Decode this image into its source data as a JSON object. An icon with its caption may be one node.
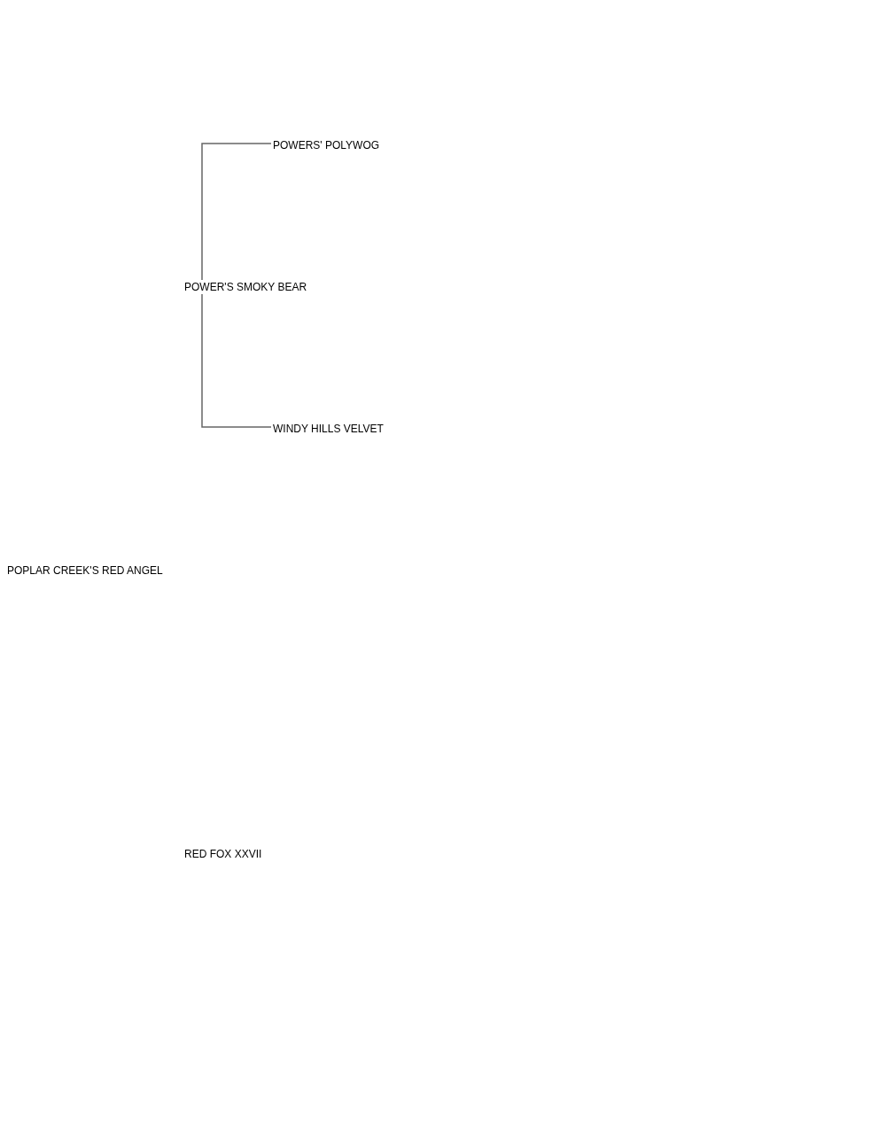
{
  "diagram": {
    "nodes": [
      {
        "text": [
          "POPLAR CREEK'S RED ANGEL"
        ]
      },
      {
        "text": [
          "POWER'S SMOKY BEAR"
        ]
      },
      {
        "text": [
          "POWERS' POLYWOG"
        ]
      },
      {
        "text": [
          "WINDY HILLS VELVET"
        ]
      },
      {
        "text": [
          "RED FOX XXVII"
        ]
      }
    ],
    "edges": [
      {
        "from": 1,
        "to": 2,
        "arrow": "none"
      },
      {
        "from": 1,
        "to": 3,
        "arrow": "none"
      }
    ]
  }
}
